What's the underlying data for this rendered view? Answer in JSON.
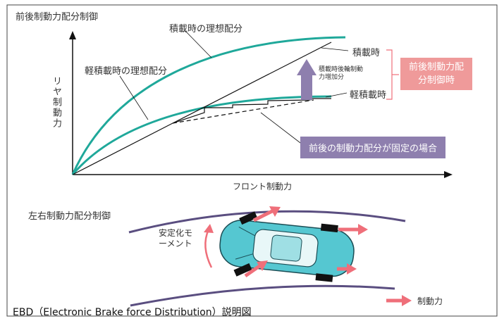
{
  "top_diagram": {
    "title": "前後制動力配分制御",
    "y_axis_label": "リヤ制動力",
    "x_axis_label": "フロント制動力",
    "curve_loaded_ideal": "積載時の理想配分",
    "curve_light_ideal": "軽積載時の理想配分",
    "line_loaded": "積載時",
    "line_light": "軽積載時",
    "arrow_note": "積載時後輪制動力増加分",
    "pink_box": "前後制動力配分制御時",
    "purple_box": "前後の制動力配分が固定の場合"
  },
  "bottom_diagram": {
    "title": "左右制動力配分制御",
    "moment_label": "安定化モーメント",
    "legend_label": "制動力"
  },
  "caption": "EBD（Electronic Brake force Distribution）説明図",
  "colors": {
    "teal": "#1fa89a",
    "pink": "#ef6f7a",
    "pink_box": "#ef9a9a",
    "purple": "#8e7fae",
    "car": "#55c7d1"
  }
}
